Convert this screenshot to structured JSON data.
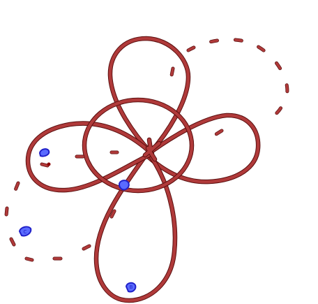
{
  "colors": {
    "background": "#ffffff",
    "curve_outline": "#5a0e0e",
    "curve_fill": "#b03a3a",
    "marker_outline": "#2020c8",
    "marker_fill": "#5a6bff",
    "dot": "#8b0000"
  },
  "labels": {
    "marker_a": "A",
    "marker_b": "B",
    "marker_c": "C"
  }
}
